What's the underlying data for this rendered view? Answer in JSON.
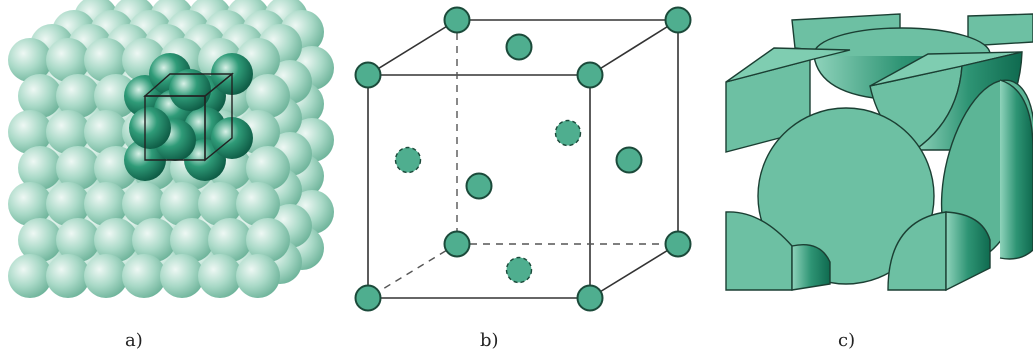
{
  "figure": {
    "captions": {
      "a": "a)",
      "b": "b)",
      "c": "c)"
    },
    "colors": {
      "light_sphere": "#9ed2c0",
      "light_sphere_highlight": "#eef8f4",
      "dark_sphere": "#1f8a6a",
      "dark_sphere_deep": "#0d5a44",
      "atom_fill": "#4fae8f",
      "atom_stroke": "#1b4a3a",
      "cell_fill": "#6dc0a3",
      "cell_shade": "#2e9474",
      "line": "#333333"
    },
    "panels": [
      {
        "id": "a",
        "description_icon": "sphere-packing-lattice"
      },
      {
        "id": "b",
        "description_icon": "fcc-unit-cell-wireframe"
      },
      {
        "id": "c",
        "description_icon": "fcc-unit-cell-truncated-spheres"
      }
    ]
  }
}
